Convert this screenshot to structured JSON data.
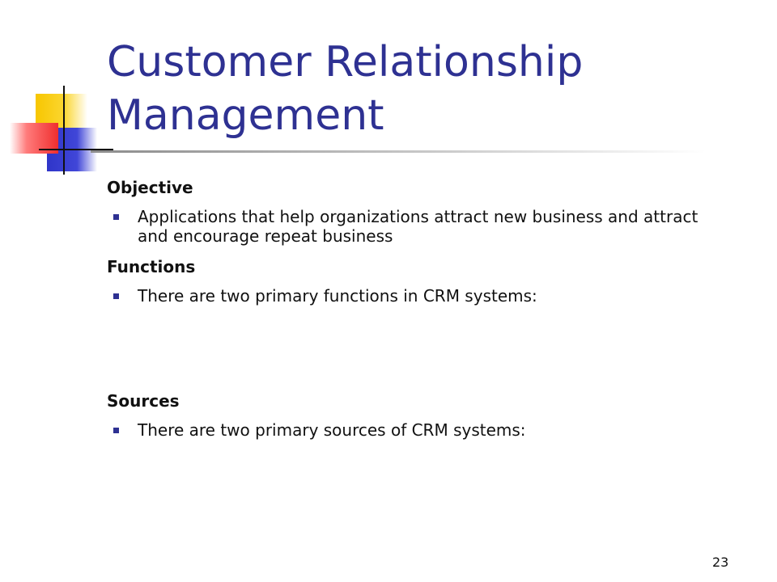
{
  "slide": {
    "title": "Customer Relationship Management",
    "page_number": "23"
  },
  "sections": {
    "objective": {
      "heading": "Objective",
      "bullet": "Applications that help organizations attract new business and attract and encourage repeat business"
    },
    "functions": {
      "heading": "Functions",
      "bullet": "There are two primary functions in CRM systems:"
    },
    "sources": {
      "heading": "Sources",
      "bullet": "There are two primary sources of CRM systems:"
    }
  },
  "colors": {
    "title": "#2e3192",
    "bullet_marker": "#2e3192",
    "accent_yellow": "#f7c600",
    "accent_blue": "#2f35c9",
    "accent_red": "#ef2e2e"
  },
  "icons": {
    "bullet": "blue-square-bullet",
    "decoration": "overlapping-squares-decoration"
  }
}
